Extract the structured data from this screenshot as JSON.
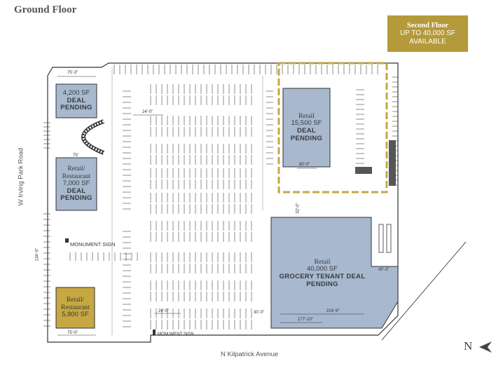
{
  "header": {
    "title": "Ground Floor"
  },
  "callout": {
    "title": "Second Floor",
    "line1": "UP TO 40,000 SF",
    "line2": "AVAILABLE",
    "color": "#b49a3a"
  },
  "colors": {
    "pending_building": "#a7b8cf",
    "available_building": "#c6a742",
    "second_floor_outline": "#c6a742",
    "lot_outline": "#333333"
  },
  "buildings": {
    "b4200": {
      "size": "4,200 SF",
      "status": "DEAL PENDING"
    },
    "b7000": {
      "name": "Retail/ Restaurant",
      "size": "7,000 SF",
      "status": "DEAL PENDING"
    },
    "b15500": {
      "name": "Retail",
      "size": "15,500 SF",
      "status": "DEAL PENDING"
    },
    "b40000": {
      "name": "Retail",
      "size": "40,000 SF",
      "status": "GROCERY TENANT DEAL PENDING"
    },
    "b5800": {
      "name": "Retail/ Restaurant",
      "size": "5,800 SF"
    }
  },
  "labels": {
    "monument_sign_1": "MONUMENT SIGN",
    "monument_sign_2": "MONUMENT SIGN",
    "road_west": "W Irving Park Road",
    "road_south": "N Kilpatrick Avenue",
    "north": "N"
  },
  "dimensions": {
    "d_75_top": "75'-3\"",
    "d_75_mid": "75'",
    "d_75_bot": "75'-0\"",
    "d_24_top": "24'-0\"",
    "d_24_bot": "24'-0\"",
    "d_80": "80'-0\"",
    "d_32": "32'-0\"",
    "d_30": "30'-0\"",
    "d_40": "40'-3\"",
    "d_224": "224'-9\"",
    "d_177": "177'-10\"",
    "d_134": "134'-0\""
  }
}
